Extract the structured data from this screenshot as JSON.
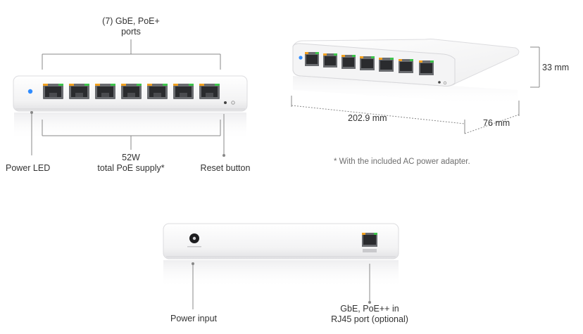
{
  "callouts": {
    "ports_line1": "(7) GbE, PoE+",
    "ports_line2": "ports",
    "poe_line1": "52W",
    "poe_line2": "total PoE supply*",
    "power_led": "Power LED",
    "reset_button": "Reset button",
    "power_input": "Power input",
    "uplink_line1": "GbE, PoE++ in",
    "uplink_line2": "RJ45 port (optional)"
  },
  "dimensions": {
    "height": "33 mm",
    "width": "202.9 mm",
    "depth": "76 mm"
  },
  "footnote": "* With the included AC power adapter.",
  "device": {
    "port_count": 7,
    "led_color": "#2f8cff",
    "port_led_orange": "#f0a020",
    "port_led_green": "#3cc34a",
    "body_color": "#f7f7f8"
  }
}
